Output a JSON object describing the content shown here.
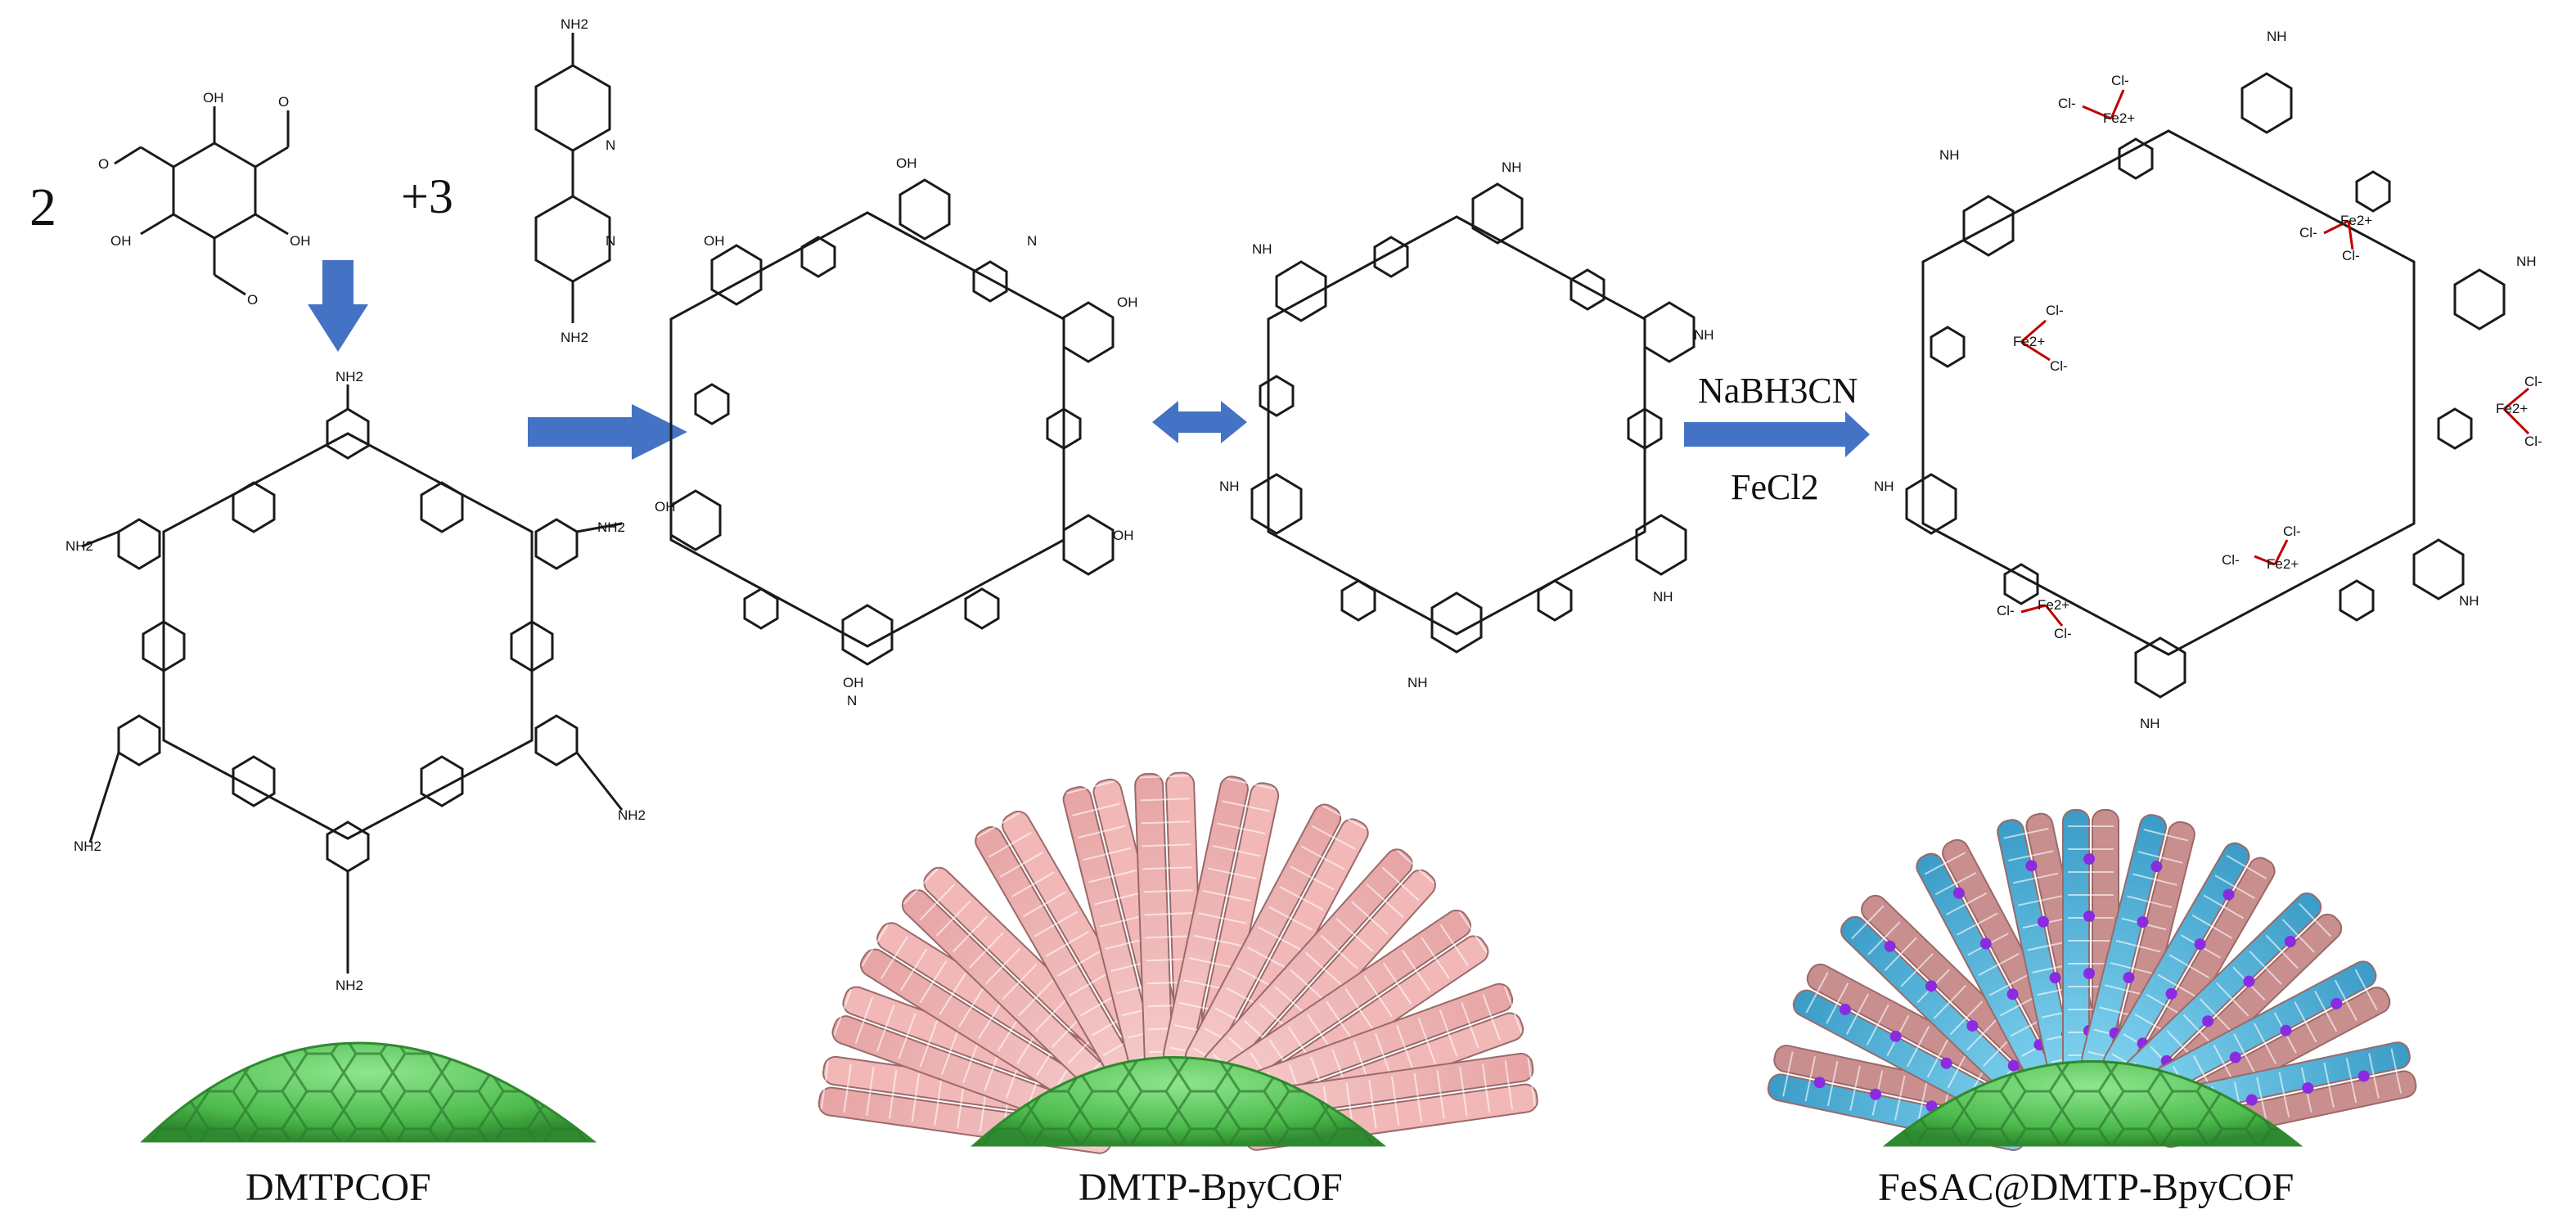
{
  "reaction": {
    "coef_aldehyde": "2",
    "coef_amine": "+3",
    "reagent_top": "NaBH3CN",
    "reagent_bottom": "FeCl2"
  },
  "atom_labels": {
    "OH": "OH",
    "NH2": "NH2",
    "N": "N",
    "NH": "NH",
    "O": "O",
    "Fe": "Fe2+",
    "Cl": "Cl-",
    "OMe": "O"
  },
  "labels": {
    "dmtpcof": "DMTPCOF",
    "dmtp_bpycof": "DMTP-BpyCOF",
    "fesac": "FeSAC@DMTP-BpyCOF"
  },
  "colors": {
    "arrow": "#4472c4",
    "sphere": "#5cc95c",
    "sphere_dark": "#2e8a2e",
    "sheet_pink": "#f2b8b8",
    "sheet_blue": "#4fb3d9",
    "sheet_brown": "#c98e8e",
    "fe_dot": "#8a2be2",
    "fe_bond": "#c00000"
  },
  "icons": {
    "forward_arrow": "block-arrow-right-icon",
    "down_arrow": "block-arrow-down-icon",
    "resonance_arrow": "double-headed-arrow-icon"
  }
}
